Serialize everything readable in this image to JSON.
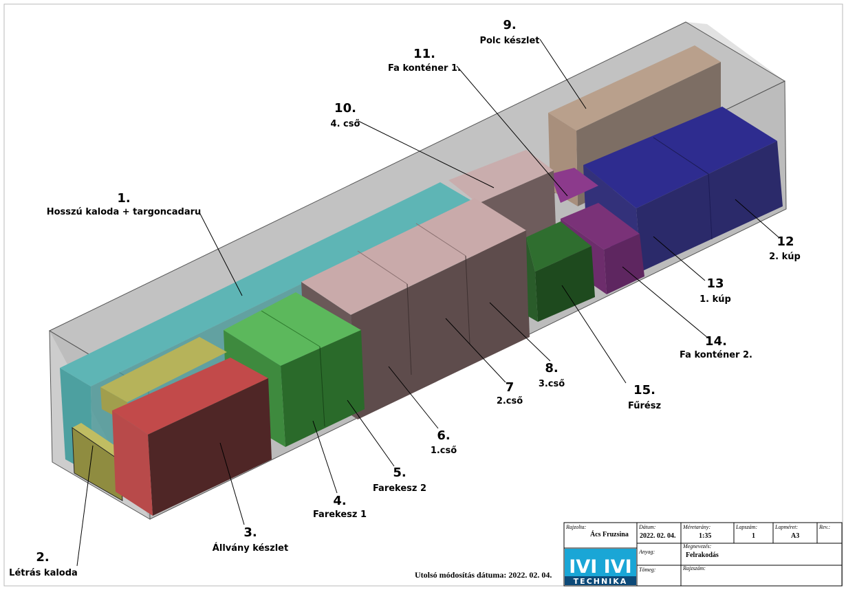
{
  "callouts": [
    {
      "num": "1.",
      "label": "Hosszú kaloda + targoncadaru"
    },
    {
      "num": "2.",
      "label": "Létrás kaloda"
    },
    {
      "num": "3.",
      "label": "Állvány készlet"
    },
    {
      "num": "4.",
      "label": "Farekesz 1"
    },
    {
      "num": "5.",
      "label": "Farekesz 2"
    },
    {
      "num": "6.",
      "label": "1.cső"
    },
    {
      "num": "7",
      "label": "2.cső"
    },
    {
      "num": "8.",
      "label": "3.cső"
    },
    {
      "num": "9.",
      "label": "Polc készlet"
    },
    {
      "num": "10.",
      "label": "4. cső"
    },
    {
      "num": "11.",
      "label": "Fa konténer 1."
    },
    {
      "num": "12",
      "label": "2. kúp"
    },
    {
      "num": "13",
      "label": "1. kúp"
    },
    {
      "num": "14.",
      "label": "Fa konténer 2."
    },
    {
      "num": "15.",
      "label": "Fűrész"
    }
  ],
  "title_block": {
    "drawn_by_label": "Rajzolta:",
    "drawn_by": "Ács Fruzsina",
    "date_label": "Dátum:",
    "date": "2022. 02. 04.",
    "scale_label": "Méretarány:",
    "scale": "1:35",
    "sheet_no_label": "Lapszám:",
    "sheet_no": "1",
    "sheet_size_label": "Lapméret:",
    "sheet_size": "A3",
    "rev_label": "Rev.:",
    "rev": "",
    "name_label": "Megnevezés:",
    "name": "Felrakodás",
    "material_label": "Anyag:",
    "mass_label": "Tömeg:",
    "drawing_no_label": "Rajzszám:",
    "logo_top": "IVI IVI",
    "logo_bottom": "TECHNIKA"
  },
  "last_modified": "Utolsó módosítás dátuma: 2022. 02. 04."
}
